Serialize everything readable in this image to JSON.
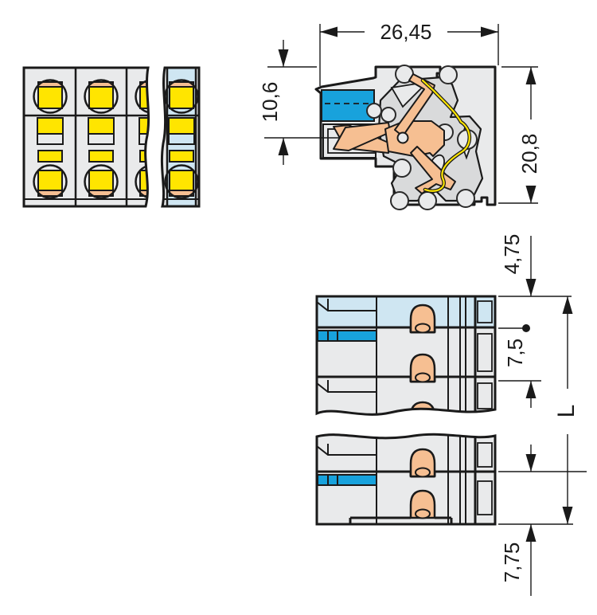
{
  "dimensions": {
    "overall_width": "26,45",
    "entry_height": "10,6",
    "overall_height": "20,8",
    "end_to_first_pole": "4,75",
    "pole_pitch": "7,5",
    "overall_length": "L",
    "last_pole_to_end": "7,75"
  },
  "colors": {
    "body_gray": "#e9eaeb",
    "inner_gray": "#d9dadb",
    "outline": "#1a1a1a",
    "button_yellow": "#ffe500",
    "contact_copper": "#f6bf92",
    "marking_blue": "#18a2dc",
    "end_pole_light_blue": "#cfe6f2"
  }
}
